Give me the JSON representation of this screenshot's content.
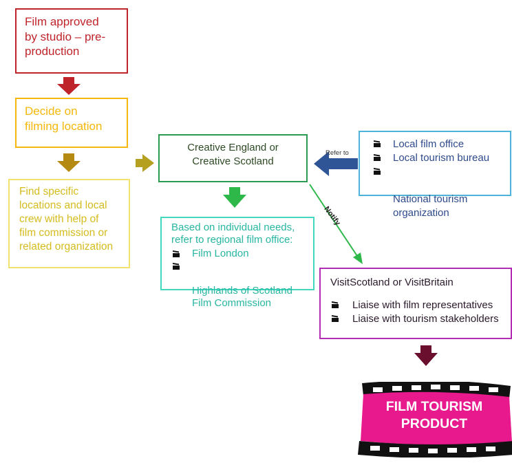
{
  "steps": {
    "approved": "Film approved\nby studio – pre-\nproduction",
    "decide": "Decide on\nfilming location",
    "find": "Find specific\nlocations and local\ncrew with help of\nfilm commission or\nrelated organization",
    "creative": "Creative England or\nCreative Scotland",
    "local": {
      "items": [
        "Local film office",
        "Local tourism bureau",
        "National tourism\norganization"
      ]
    },
    "based": {
      "intro": "Based on individual needs,\nrefer to regional film office:",
      "items": [
        "Film London",
        "Highlands of Scotland\nFilm Commission"
      ]
    },
    "visit": {
      "title": "VisitScotland or VisitBritain",
      "items": [
        "Liaise with film representatives",
        "Liaise with tourism stakeholders"
      ]
    }
  },
  "arrows": {
    "refer_to": "Refer to",
    "notify": "Notify"
  },
  "product": {
    "title": "FILM TOURISM\nPRODUCT"
  },
  "colors": {
    "red": "#c0242b",
    "orange": "#f5b80a",
    "olive": "#b5a020",
    "green": "#2a9b50",
    "bright_green": "#2fb84a",
    "blue": "#2f5597",
    "teal": "#42d7bf",
    "purple": "#b32bb2",
    "maroon": "#6b0f2e",
    "pink": "#e8188d"
  },
  "icons": {
    "bullet": "clapperboard-icon",
    "film_strip": "film-strip-icon"
  }
}
